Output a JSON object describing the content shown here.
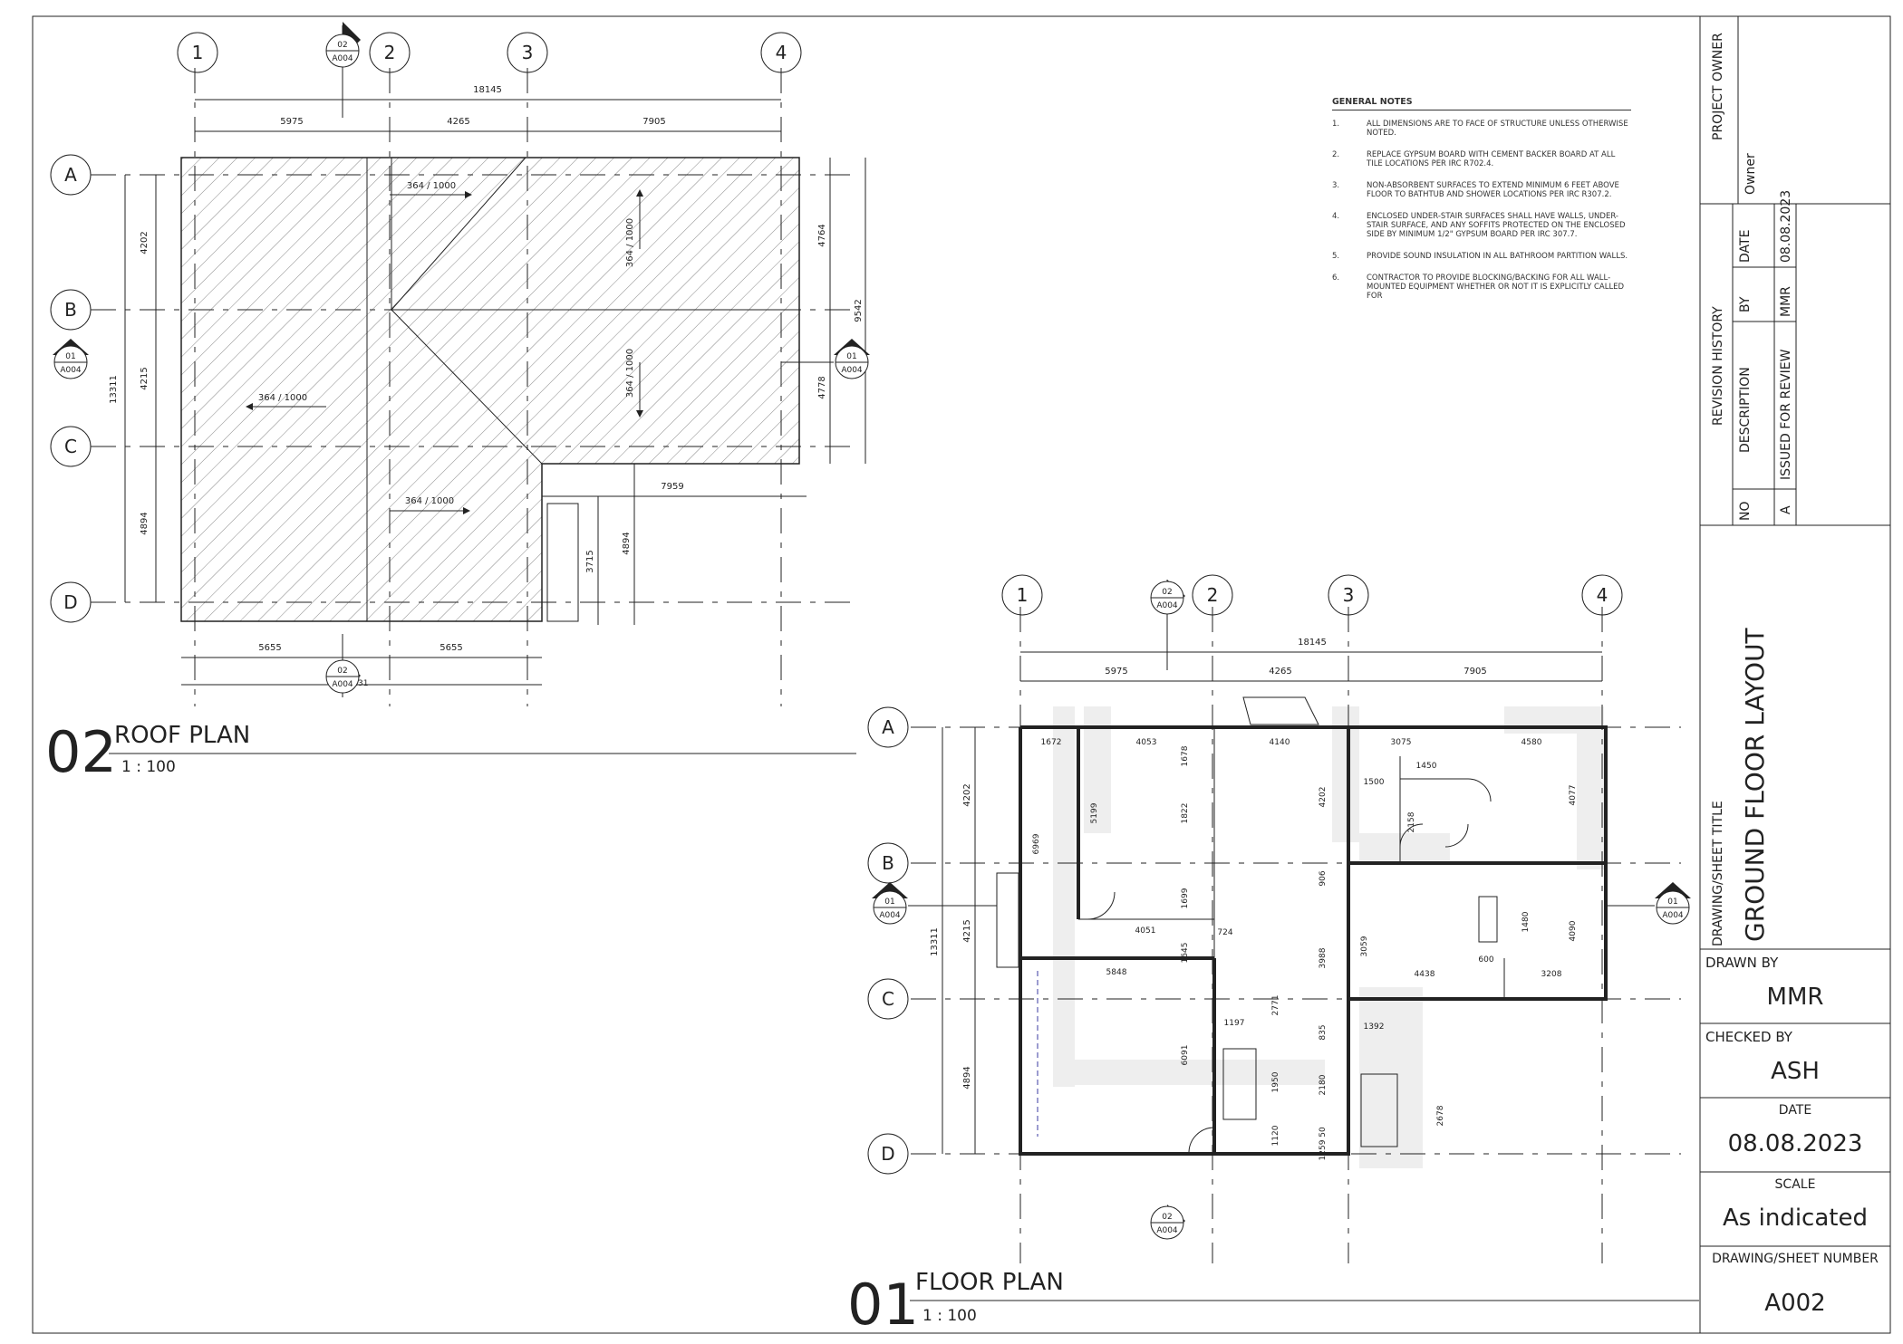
{
  "grid": {
    "columns": [
      "1",
      "2",
      "3",
      "4"
    ],
    "rows": [
      "A",
      "B",
      "C",
      "D"
    ]
  },
  "section_markers": {
    "section_02": {
      "num": "02",
      "sheet": "A004"
    },
    "section_01": {
      "num": "01",
      "sheet": "A004"
    }
  },
  "roof_plan": {
    "view_number": "02",
    "title": "ROOF PLAN",
    "scale": "1 : 100",
    "dims_top_overall": "18145",
    "dims_top": [
      "5975",
      "4265",
      "7905"
    ],
    "dims_left_overall": "13311",
    "dims_left": [
      "4202",
      "4215",
      "4894"
    ],
    "dims_right_overall": "9542",
    "dims_right": [
      "4764",
      "4778"
    ],
    "dims_bottom": [
      "5655",
      "5655"
    ],
    "dims_misc": {
      "wing_width": "7959",
      "wing_depth": "4894",
      "porch_depth": "3715",
      "stray": "1131"
    },
    "slopes": [
      "364 / 1000",
      "364 / 1000",
      "364 / 1000",
      "364 / 1000",
      "364 / 1000"
    ]
  },
  "floor_plan": {
    "view_number": "01",
    "title": "FLOOR PLAN",
    "scale": "1 : 100",
    "dims_top_overall": "18145",
    "dims_top": [
      "5975",
      "4265",
      "7905"
    ],
    "dims_left_overall": "13311",
    "dims_left": [
      "4202",
      "4215",
      "4894"
    ],
    "room_dims": [
      "1672",
      "4053",
      "4140",
      "3075",
      "4580",
      "1678",
      "1450",
      "1500",
      "5199",
      "1822",
      "4202",
      "2158",
      "4077",
      "6969",
      "1699",
      "906",
      "4051",
      "1645",
      "724",
      "3988",
      "3059",
      "1480",
      "4090",
      "4438",
      "600",
      "3208",
      "5848",
      "2771",
      "1197",
      "835",
      "1392",
      "6091",
      "1950",
      "2180",
      "2678",
      "1120",
      "1259",
      "50"
    ]
  },
  "general_notes": {
    "heading": "GENERAL NOTES",
    "items": [
      {
        "num": "1.",
        "text": "ALL DIMENSIONS ARE TO FACE OF STRUCTURE UNLESS OTHERWISE NOTED."
      },
      {
        "num": "2.",
        "text": "REPLACE GYPSUM BOARD WITH CEMENT BACKER BOARD AT ALL TILE LOCATIONS PER IRC R702.4."
      },
      {
        "num": "3.",
        "text": "NON-ABSORBENT SURFACES TO EXTEND MINIMUM 6 FEET ABOVE FLOOR TO BATHTUB AND SHOWER LOCATIONS PER IRC R307.2."
      },
      {
        "num": "4.",
        "text": "ENCLOSED UNDER-STAIR SURFACES SHALL HAVE WALLS, UNDER-STAIR SURFACE, AND ANY SOFFITS PROTECTED ON THE ENCLOSED SIDE BY MINIMUM 1/2\" GYPSUM BOARD PER IRC 307.7."
      },
      {
        "num": "5.",
        "text": "PROVIDE SOUND INSULATION IN ALL BATHROOM PARTITION WALLS."
      },
      {
        "num": "6.",
        "text": "CONTRACTOR TO PROVIDE BLOCKING/BACKING FOR ALL WALL-MOUNTED EQUIPMENT WHETHER OR NOT IT IS EXPLICITLY CALLED FOR"
      }
    ]
  },
  "title_block": {
    "project_owner_label": "PROJECT OWNER",
    "project_owner": "Owner",
    "revision_history_label": "REVISION HISTORY",
    "rev_headers": {
      "no": "NO",
      "description": "DESCRIPTION",
      "by": "BY",
      "date": "DATE"
    },
    "revisions": [
      {
        "no": "A",
        "description": "ISSUED FOR REVIEW",
        "by": "MMR",
        "date": "08.08.2023"
      }
    ],
    "sheet_title_label": "DRAWING/SHEET TITLE",
    "sheet_title": "GROUND FLOOR LAYOUT",
    "drawn_by_label": "DRAWN BY",
    "drawn_by": "MMR",
    "checked_by_label": "CHECKED BY",
    "checked_by": "ASH",
    "date_label": "DATE",
    "date": "08.08.2023",
    "scale_label": "SCALE",
    "scale": "As indicated",
    "sheet_number_label": "DRAWING/SHEET NUMBER",
    "sheet_number": "A002"
  }
}
